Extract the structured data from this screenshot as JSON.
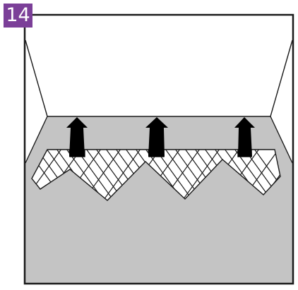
{
  "step": {
    "number": "14",
    "badge_color": "#7b3f98"
  },
  "colors": {
    "floor": "#c4c4c4",
    "line": "#1a1a1a",
    "wall": "#ffffff",
    "parquet": "#ffffff",
    "arrow": "#000000"
  },
  "illustration": {
    "arrow_count": 3,
    "parquet_zigzag_peaks": 3,
    "arrow_icon": "up-arrow-icon"
  }
}
